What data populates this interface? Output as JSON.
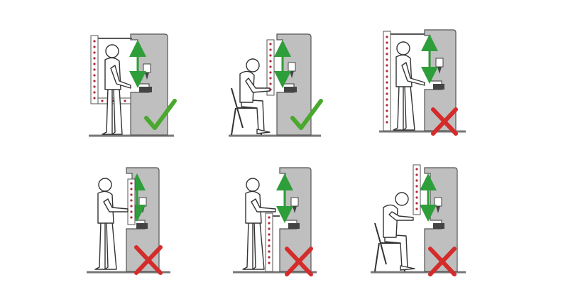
{
  "colors": {
    "background": "#ffffff",
    "press_fill": "#bfbfbf",
    "press_stroke": "#555555",
    "curtain_dot": "#b0283a",
    "arrow": "#2e9e3a",
    "check": "#4aa82e",
    "cross": "#d42b2b",
    "figure_stroke": "#333333",
    "floor": "#777777"
  },
  "panels": [
    {
      "id": "standing-correct",
      "posture": "standing",
      "curtain": "side-vertical",
      "verdict": "correct",
      "verdict_icon": "check-icon"
    },
    {
      "id": "seated-correct",
      "posture": "seated",
      "curtain": "front-vertical",
      "verdict": "correct",
      "verdict_icon": "check-icon"
    },
    {
      "id": "standing-too-far",
      "posture": "standing",
      "curtain": "far-vertical",
      "verdict": "incorrect",
      "verdict_icon": "cross-icon"
    },
    {
      "id": "standing-curtain-too-high",
      "posture": "standing",
      "curtain": "front-high",
      "verdict": "incorrect",
      "verdict_icon": "cross-icon"
    },
    {
      "id": "standing-curtain-too-low",
      "posture": "standing",
      "curtain": "front-low",
      "verdict": "incorrect",
      "verdict_icon": "cross-icon"
    },
    {
      "id": "seated-curtain-too-high",
      "posture": "seated",
      "curtain": "top-hanging",
      "verdict": "incorrect",
      "verdict_icon": "cross-icon"
    }
  ]
}
